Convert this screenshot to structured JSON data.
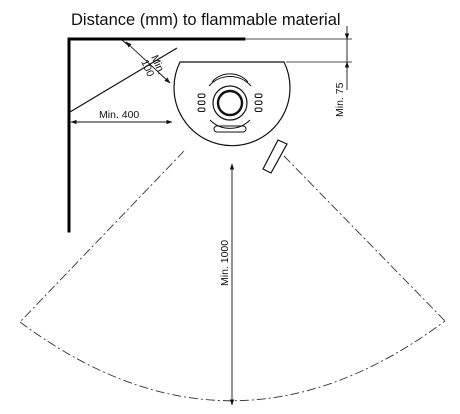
{
  "title": "Distance (mm) to flammable material",
  "dimensions": {
    "corner": "Min. 100",
    "corner_line1": "Min.",
    "corner_line2": "100",
    "side": "Min. 400",
    "back": "Min. 75",
    "front": "Min. 1000"
  },
  "colors": {
    "line": "#111111",
    "wall": "#000000",
    "background": "#ffffff"
  }
}
